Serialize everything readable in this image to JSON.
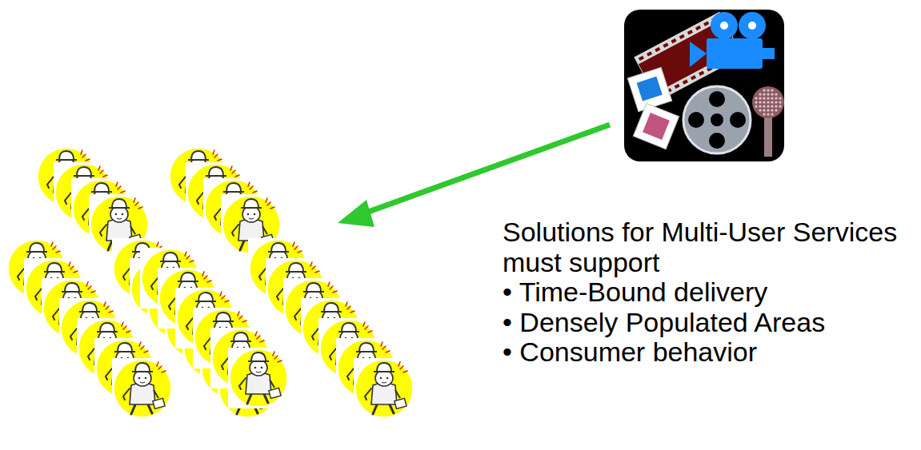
{
  "diagram": {
    "labels": [
      "Solutions for Multi-User Services must support",
      "• Time-Bound delivery",
      "• Densely Populated Areas",
      "• Consumer behavior"
    ]
  }
}
